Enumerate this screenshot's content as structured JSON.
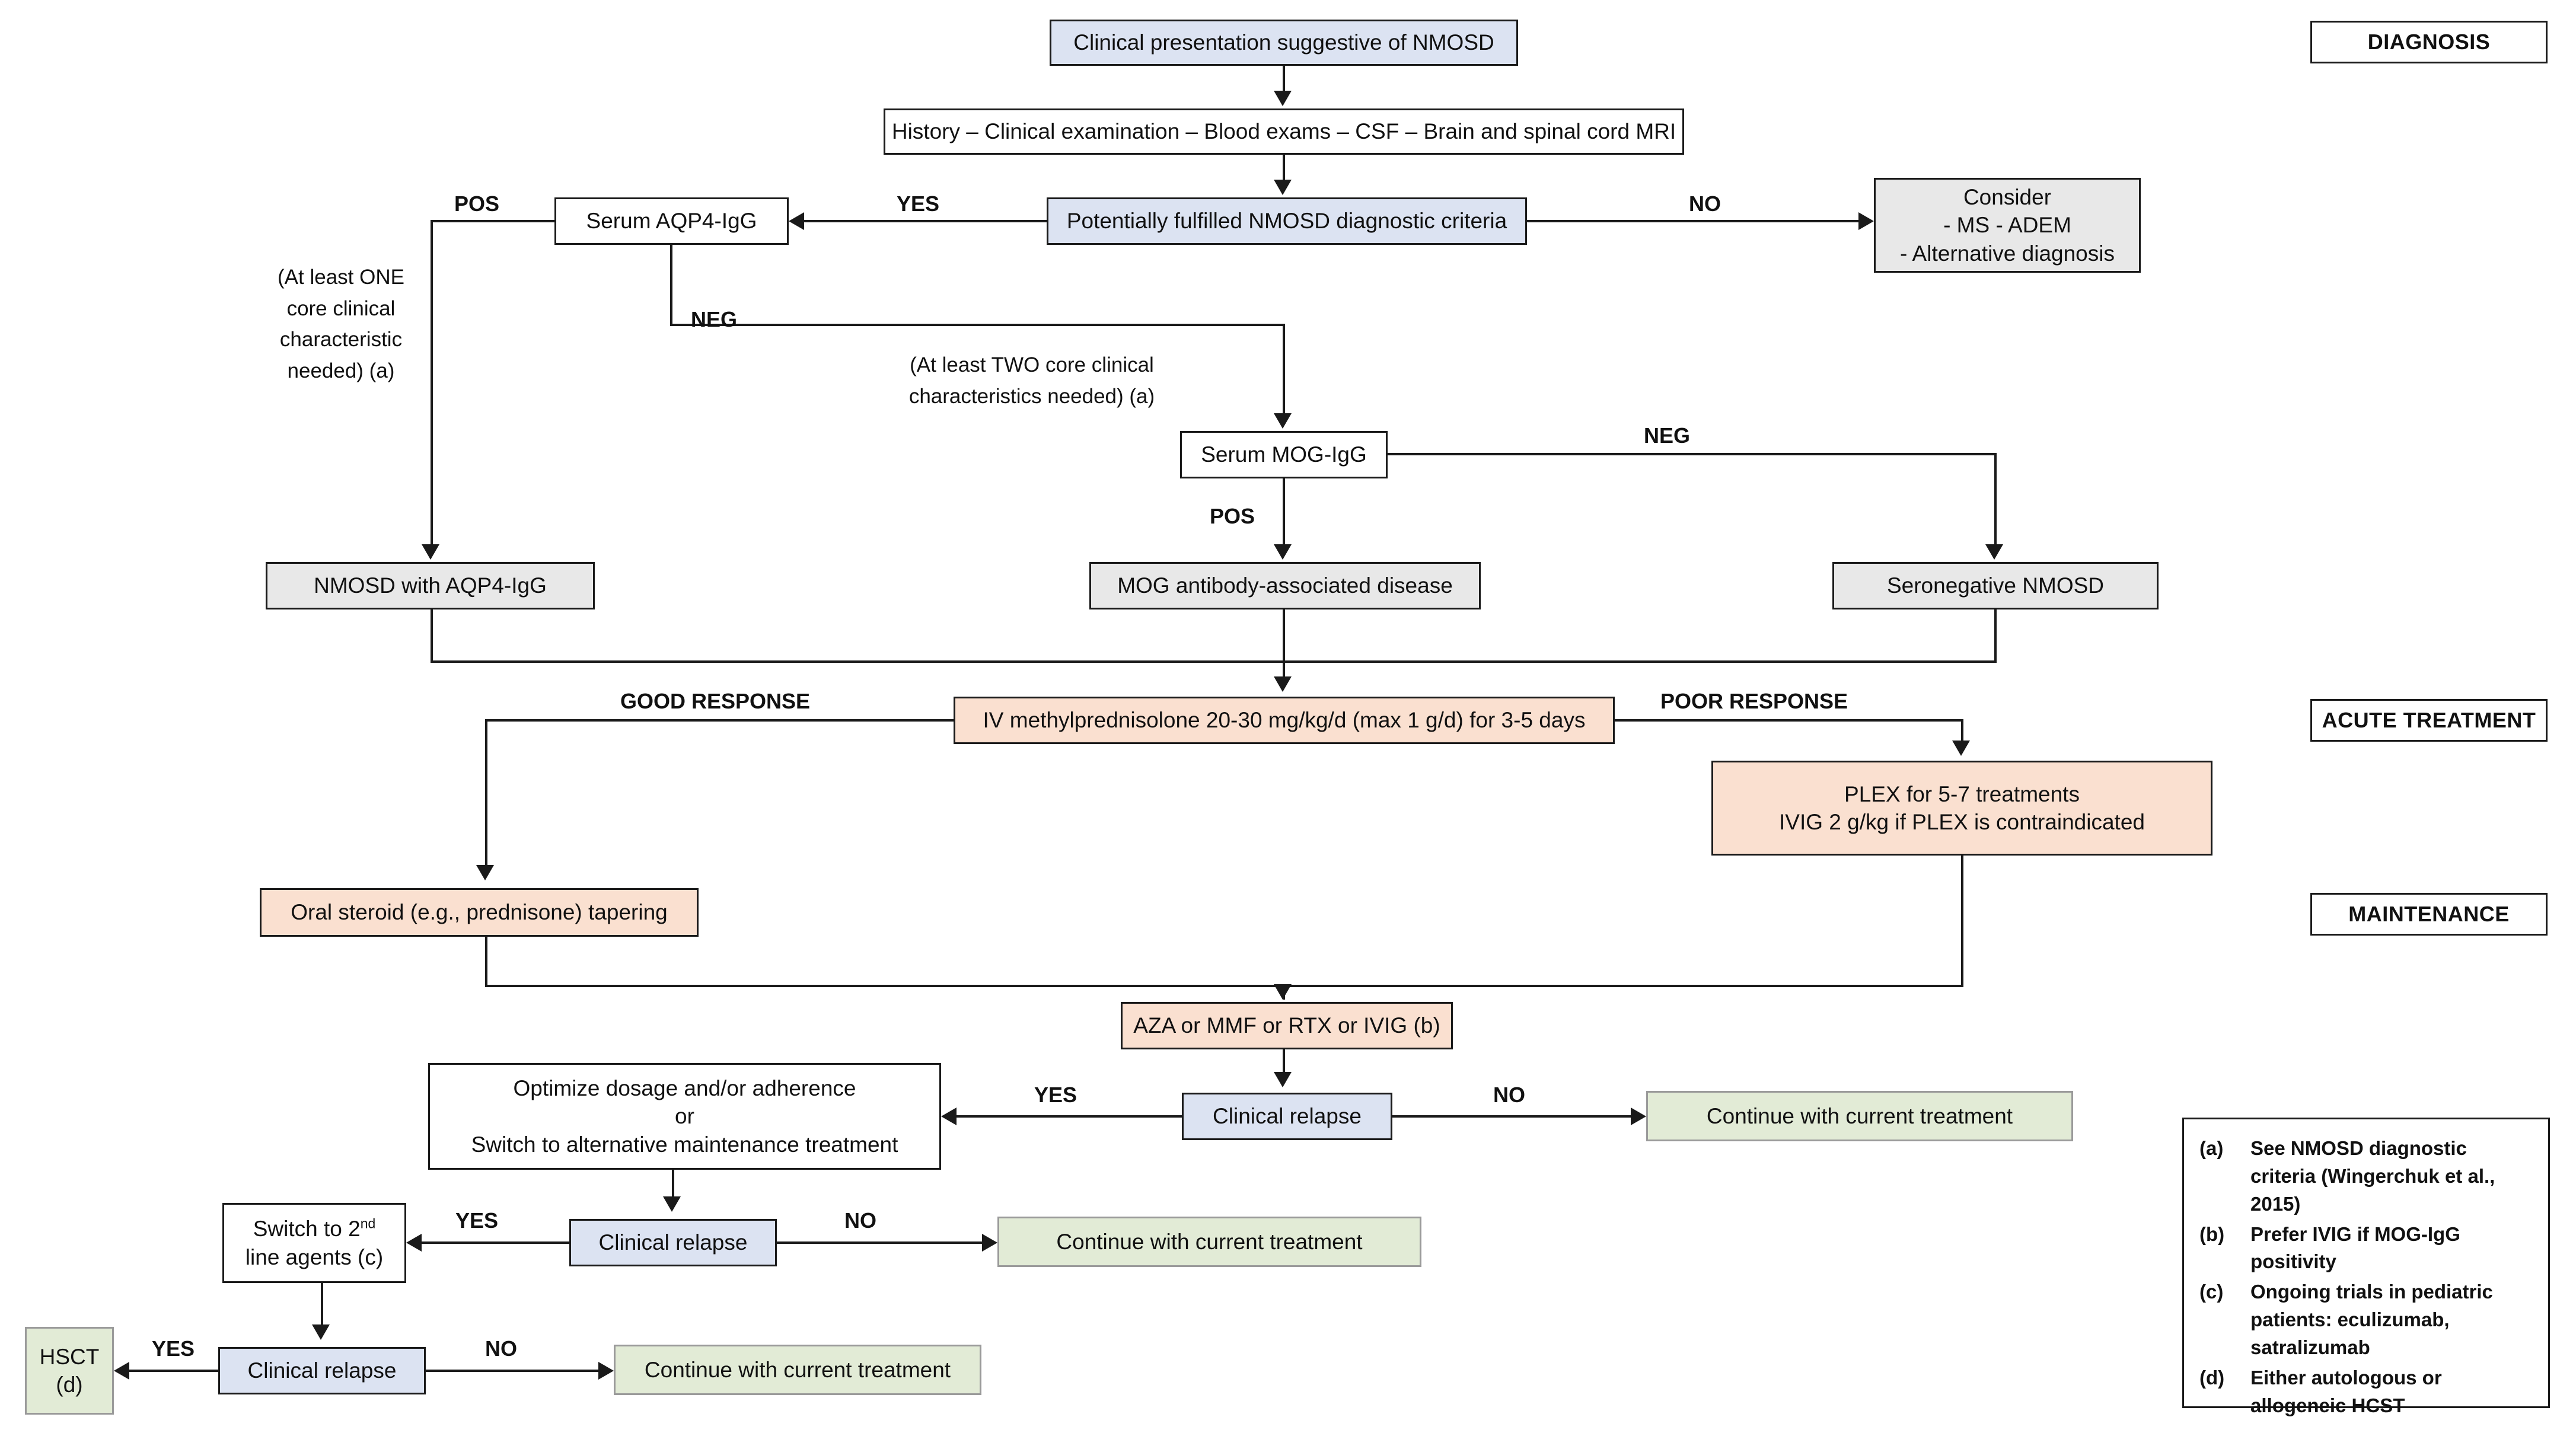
{
  "section_labels": [
    {
      "key": "diagnosis",
      "text": "DIAGNOSIS"
    },
    {
      "key": "acute",
      "text": "ACUTE TREATMENT"
    },
    {
      "key": "maintenance",
      "text": "MAINTENANCE"
    }
  ],
  "nodes": {
    "presentation": "Clinical presentation suggestive of NMOSD",
    "workup": "History – Clinical examination – Blood exams – CSF – Brain and spinal cord MRI",
    "criteria": "Potentially fulfilled NMOSD diagnostic criteria",
    "aqp4": "Serum AQP4-IgG",
    "consider_line1": "Consider",
    "consider_line2": "- MS   - ADEM",
    "consider_line3": "- Alternative diagnosis",
    "mog": "Serum MOG-IgG",
    "nmosd_aqp4": "NMOSD with AQP4-IgG",
    "mogad": "MOG antibody-associated disease",
    "seronegative": "Seronegative NMOSD",
    "ivmp": "IV methylprednisolone 20-30 mg/kg/d (max 1 g/d) for 3-5 days",
    "plex_line1": "PLEX for 5-7 treatments",
    "plex_line2": "IVIG 2 g/kg if PLEX is contraindicated",
    "oral_steroid": "Oral steroid (e.g., prednisone) tapering",
    "maintenance_agents": "AZA or MMF or RTX or IVIG (b)",
    "relapse1": "Clinical relapse",
    "relapse2": "Clinical relapse",
    "relapse3": "Clinical relapse",
    "optimize_line1": "Optimize dosage and/or adherence",
    "optimize_line2": "or",
    "optimize_line3": "Switch to alternative maintenance treatment",
    "switch2nd_line1": "Switch to 2nd",
    "switch2nd_line2": "line agents (c)",
    "continue1": "Continue with current treatment",
    "continue2": "Continue with current treatment",
    "continue3": "Continue with current treatment",
    "hsct_line1": "HSCT",
    "hsct_line2": "(d)"
  },
  "edge_labels": {
    "pos_aqp4": "POS",
    "yes_criteria": "YES",
    "no_criteria": "NO",
    "neg_aqp4": "NEG",
    "pos_mog": "POS",
    "neg_mog": "NEG",
    "good_response": "GOOD RESPONSE",
    "poor_response": "POOR RESPONSE",
    "yes_relapse1": "YES",
    "no_relapse1": "NO",
    "yes_relapse2": "YES",
    "no_relapse2": "NO",
    "yes_relapse3": "YES",
    "no_relapse3": "NO"
  },
  "notes": {
    "one_core": "(At least ONE\ncore clinical\ncharacteristic\nneeded) (a)",
    "two_core": "(At least TWO core clinical\ncharacteristics needed) (a)"
  },
  "legend": [
    {
      "key": "(a)",
      "text": "See NMOSD diagnostic criteria (Wingerchuk et al., 2015)"
    },
    {
      "key": "(b)",
      "text": "Prefer IVIG if MOG-IgG positivity"
    },
    {
      "key": "(c)",
      "text": "Ongoing trials in pediatric patients: eculizumab, satralizumab"
    },
    {
      "key": "(d)",
      "text": "Either autologous or allogeneic HCST"
    }
  ],
  "colors": {
    "blue": "#dce3f2",
    "gray": "#e8e8e8",
    "orange": "#fae0d0",
    "green": "#e2ebd6",
    "line": "#1a1a1a"
  }
}
